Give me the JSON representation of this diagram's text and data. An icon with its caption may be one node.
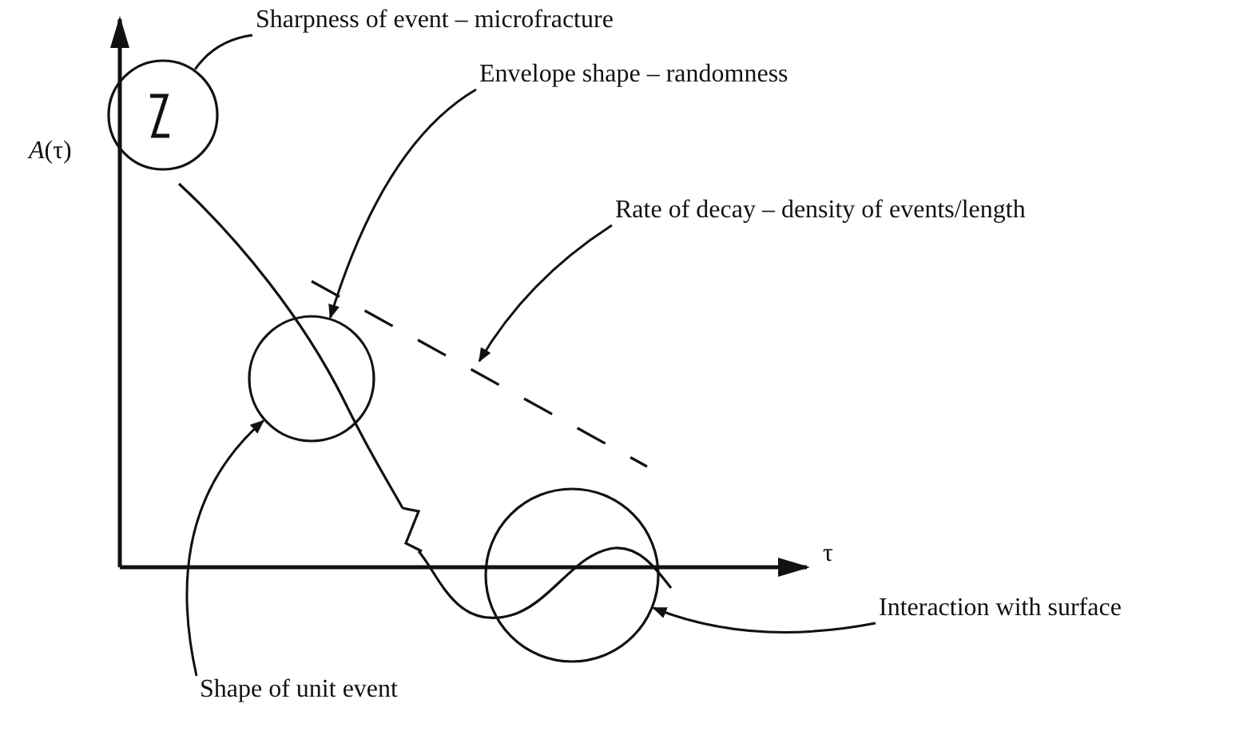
{
  "diagram": {
    "nodes": [
      {
        "text": [
          "Sharpness of event – microfracture"
        ]
      },
      {
        "text": [],
        "shape": "circle"
      },
      {
        "text": [
          "Envelope shape – randomness"
        ]
      },
      {
        "text": [],
        "shape": "circle"
      },
      {
        "text": [
          "Rate of decay – density of events/length"
        ]
      },
      {
        "text": [
          "Interaction with surface"
        ]
      },
      {
        "text": [],
        "shape": "circle"
      },
      {
        "text": [
          "Shape of unit event"
        ]
      }
    ],
    "edges": [
      {
        "from": 0,
        "to": 1,
        "arrow": "none"
      },
      {
        "from": 2,
        "to": 3,
        "arrow": "to"
      },
      {
        "from": 4,
        "to": null,
        "arrow": "to"
      },
      {
        "from": 5,
        "to": 6,
        "arrow": "to"
      },
      {
        "from": 7,
        "to": 3,
        "arrow": "to"
      }
    ],
    "labels": [
      "*A*(τ)",
      "τ"
    ]
  }
}
